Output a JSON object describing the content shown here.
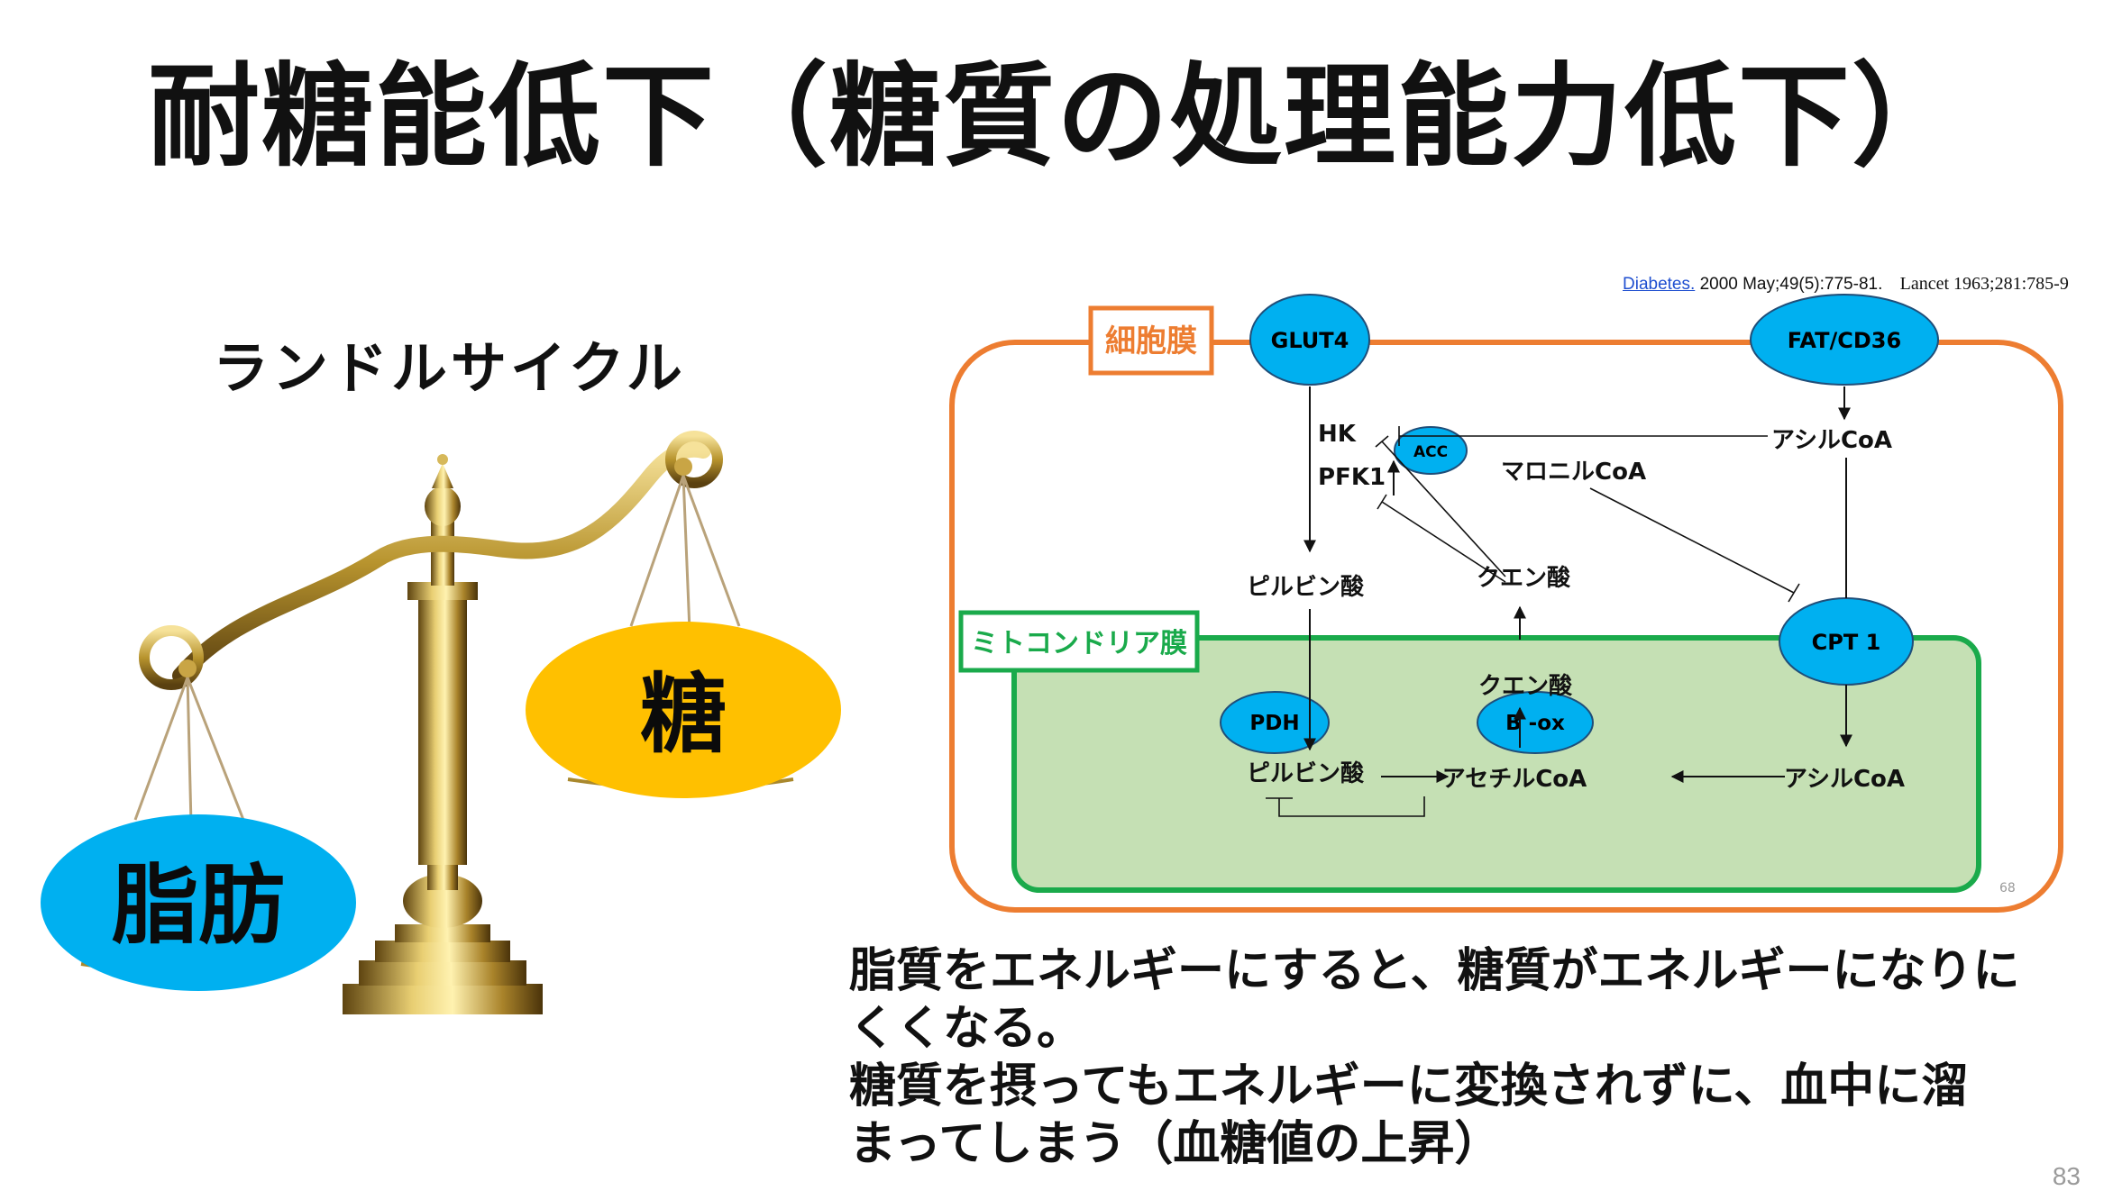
{
  "slide": {
    "title": "耐糖能低下（糖質の処理能力低下）",
    "page_number": "83"
  },
  "scale": {
    "heading": "ランドルサイクル",
    "left_pan_label": "脂肪",
    "right_pan_label": "糖",
    "colors": {
      "fat": "#00b0f0",
      "sugar": "#ffc000",
      "gold": "#b8942e"
    }
  },
  "references": {
    "journal_link": "Diabetes.",
    "journal_detail": "2000 May;49(5):775-81.",
    "lancet": "Lancet 1963;281:785-9"
  },
  "pathway": {
    "membranes": {
      "cell": "細胞膜",
      "mito": "ミトコンドリア膜"
    },
    "transporters": {
      "glut4": "GLUT4",
      "fat_cd36": "FAT/CD36",
      "cpt1": "CPT 1"
    },
    "enzymes": {
      "pdh": "PDH",
      "box": "B -ox",
      "acc": "ACC"
    },
    "metabolites": {
      "hk": "HK",
      "pfk1": "PFK1",
      "acyl_coa_cyto": "アシルCoA",
      "malonyl_coa": "マロニルCoA",
      "citrate_cyto": "クエン酸",
      "pyruvate_cyto": "ピルビン酸",
      "citrate_mito": "クエン酸",
      "pyruvate_mito": "ピルビン酸",
      "acetyl_coa": "アセチルCoA",
      "acyl_coa_mito": "アシルCoA"
    },
    "slide_ref_number": "68",
    "colors": {
      "cell_membrane": "#ed7d31",
      "mito_membrane": "#1aaa4b",
      "mito_fill": "#c5e0b4",
      "node": "#00b0f0"
    }
  },
  "explanation": {
    "line1": "脂質をエネルギーにすると、糖質がエネルギーになりに",
    "line2": "くくなる。",
    "line3": "糖質を摂ってもエネルギーに変換されずに、血中に溜",
    "line4": "まってしまう（血糖値の上昇）"
  }
}
